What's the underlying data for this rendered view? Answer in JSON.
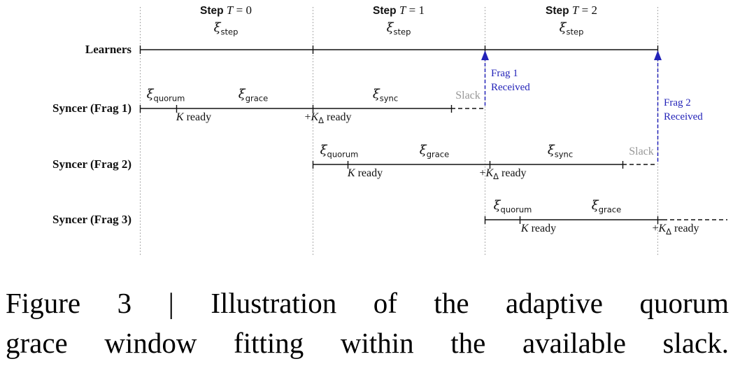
{
  "colors": {
    "ink": "#111111",
    "arrow_blue": "#2323b8",
    "slack_gray": "#979797",
    "guide_gray": "#909090"
  },
  "header": {
    "steps": [
      {
        "word": "Step",
        "var": "T",
        "rest": "= 0"
      },
      {
        "word": "Step",
        "var": "T",
        "rest": "= 1"
      },
      {
        "word": "Step",
        "var": "T",
        "rest": "= 2"
      }
    ],
    "xi_step": {
      "sym": "ξ",
      "sub": "step"
    }
  },
  "rows": {
    "learners": {
      "label": "Learners"
    },
    "frag1": {
      "label": "Syncer (Frag 1)"
    },
    "frag2": {
      "label": "Syncer (Frag 2)"
    },
    "frag3": {
      "label": "Syncer (Frag 3)"
    }
  },
  "segments": {
    "quorum": {
      "sym": "ξ",
      "sub": "quorum"
    },
    "grace": {
      "sym": "ξ",
      "sub": "grace"
    },
    "sync": {
      "sym": "ξ",
      "sub": "sync"
    },
    "slack": "Slack"
  },
  "milestones": {
    "k_ready": {
      "var": "K",
      "text": " ready"
    },
    "kdelta_ready": {
      "plus": "+",
      "var": "K",
      "sub": "Δ",
      "text": " ready"
    }
  },
  "annotations": {
    "frag1_received": {
      "line1": "Frag 1",
      "line2": "Received"
    },
    "frag2_received": {
      "line1": "Frag 2",
      "line2": "Received"
    }
  },
  "caption": {
    "line1": "Figure 3 | Illustration of the adaptive quorum",
    "line2": "grace window fitting within the available slack."
  }
}
